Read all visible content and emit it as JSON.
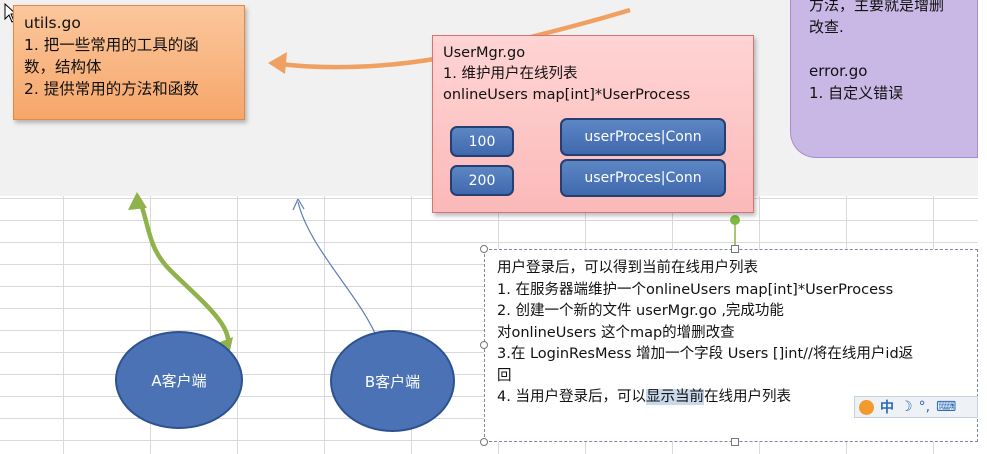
{
  "utils": {
    "title": "utils.go",
    "line1": "1. 把一些常用的工具的函",
    "line2": "数，结构体",
    "line3": "2. 提供常用的方法和函数"
  },
  "usermgr": {
    "title": "UserMgr.go",
    "line1": "1. 维护用户在线列表",
    "line2": "onlineUsers map[int]*UserProcess",
    "rows": [
      {
        "key": "100",
        "value": "userProces|Conn"
      },
      {
        "key": "200",
        "value": "userProces|Conn"
      }
    ]
  },
  "purple": {
    "line0": "方法，主要就是增删",
    "line1": "改查.",
    "line2": "error.go",
    "line3": "1. 自定义错误"
  },
  "note": {
    "l1": "用户登录后，可以得到当前在线用户列表",
    "l2": "1. 在服务器端维护一个onlineUsers map[int]*UserProcess",
    "l3": "2. 创建一个新的文件 userMgr.go ,完成功能",
    "l4": "对onlineUsers 这个map的增删改查",
    "l5": "3.在 LoginResMess 增加一个字段 Users []int//将在线用户id返",
    "l6": "回",
    "l7a": "4. 当用户登录后，可以",
    "l7b": "显示当前",
    "l7c": "在线用户列表"
  },
  "clients": {
    "a": "A客户端",
    "b": "B客户端"
  },
  "ime": {
    "mode": "中"
  },
  "colors": {
    "orange_arrow": "#f0a060",
    "green_arrow": "#8fb24a",
    "blue_line": "#5a7fb8"
  }
}
